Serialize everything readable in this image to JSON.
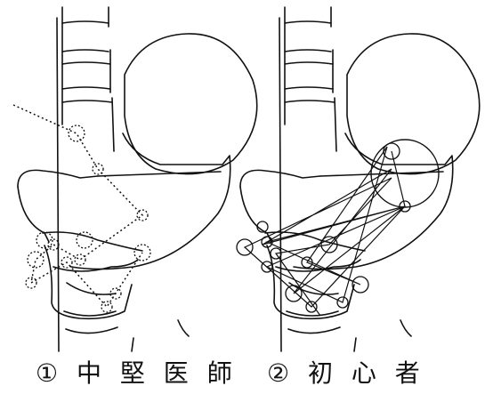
{
  "panels": [
    {
      "caption": "① 中 堅 医 師",
      "fixations": [
        [
          86,
          150
        ],
        [
          110,
          190
        ],
        [
          160,
          242
        ],
        [
          160,
          284
        ],
        [
          90,
          292
        ],
        [
          60,
          275
        ],
        [
          40,
          292
        ],
        [
          35,
          318
        ],
        [
          75,
          295
        ],
        [
          95,
          270
        ],
        [
          120,
          345
        ],
        [
          130,
          330
        ],
        [
          50,
          270
        ]
      ],
      "scanpath": [
        [
          15,
          118
        ],
        [
          86,
          150
        ],
        [
          110,
          190
        ],
        [
          160,
          242
        ],
        [
          90,
          292
        ],
        [
          60,
          275
        ],
        [
          40,
          292
        ],
        [
          35,
          318
        ],
        [
          75,
          295
        ],
        [
          120,
          345
        ],
        [
          160,
          284
        ]
      ]
    },
    {
      "caption": "② 初 心 者",
      "fixations": [
        [
          440,
          170
        ],
        [
          455,
          232
        ],
        [
          295,
          255
        ],
        [
          275,
          278
        ],
        [
          300,
          272
        ],
        [
          345,
          295
        ],
        [
          405,
          320
        ],
        [
          385,
          340
        ],
        [
          350,
          345
        ],
        [
          330,
          330
        ],
        [
          300,
          300
        ],
        [
          310,
          285
        ],
        [
          370,
          275
        ]
      ],
      "scanpath": [
        [
          440,
          170
        ],
        [
          455,
          232
        ],
        [
          295,
          275
        ],
        [
          440,
          190
        ],
        [
          330,
          330
        ],
        [
          455,
          232
        ],
        [
          300,
          272
        ],
        [
          405,
          320
        ],
        [
          345,
          295
        ],
        [
          435,
          165
        ],
        [
          385,
          340
        ],
        [
          300,
          300
        ],
        [
          455,
          232
        ],
        [
          350,
          345
        ],
        [
          275,
          278
        ],
        [
          440,
          200
        ],
        [
          370,
          275
        ],
        [
          310,
          285
        ],
        [
          360,
          355
        ]
      ]
    }
  ]
}
